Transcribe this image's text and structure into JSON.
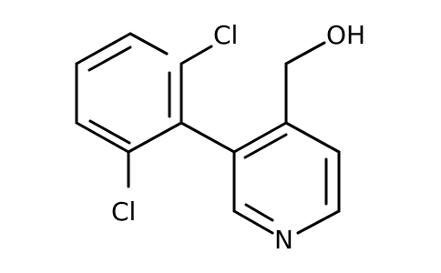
{
  "molecule": {
    "atoms": {
      "cl_top": "Cl",
      "cl_bottom": "Cl",
      "hydroxyl": "OH",
      "nitrogen": "N"
    },
    "colors": {
      "bond": "#000000",
      "text": "#000000",
      "background": "#ffffff"
    }
  }
}
